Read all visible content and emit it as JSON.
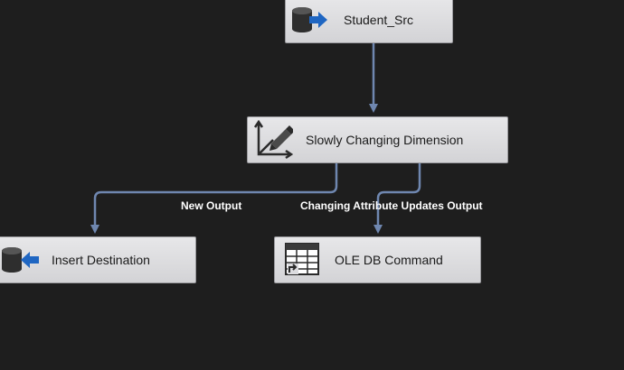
{
  "nodes": {
    "student_src": {
      "label": "Student_Src",
      "icon": "ole-db-source-icon"
    },
    "scd": {
      "label": "Slowly Changing Dimension",
      "icon": "slowly-changing-dimension-icon"
    },
    "insert_destination": {
      "label": "Insert Destination",
      "icon": "ole-db-destination-icon"
    },
    "ole_db_command": {
      "label": "OLE DB Command",
      "icon": "ole-db-command-icon"
    }
  },
  "paths": {
    "new_output": "New Output",
    "changing_attribute": "Changing Attribute Updates Output"
  },
  "colors": {
    "canvas": "#1e1e1e",
    "connector": "#6f87b0",
    "node_fill": "#dcdcdf",
    "source_arrow": "#1f66c2",
    "label_text": "#ffffff"
  }
}
